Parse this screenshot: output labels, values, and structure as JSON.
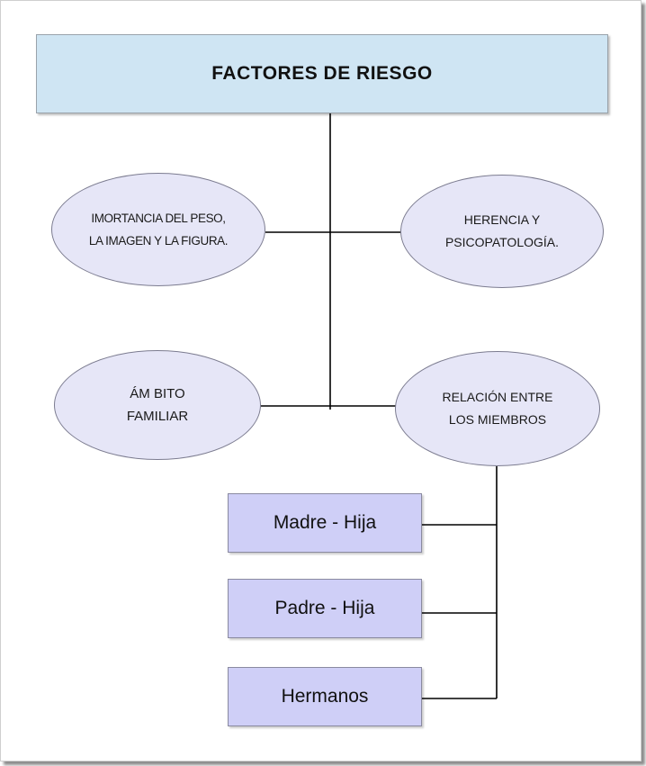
{
  "title": "FACTORES DE RIESGO",
  "nodes": {
    "importancia": "IMORTANCIA DEL PESO,\nLA IMAGEN Y LA FIGURA.",
    "herencia": "HERENCIA  Y\nPSICOPATOLOGÍA.",
    "ambito": "ÁM BITO\nFAMILIAR",
    "relacion": "RELACIÓN ENTRE\nLOS MIEMBROS"
  },
  "relaciones": [
    "Madre - Hija",
    "Padre - Hija",
    "Hermanos"
  ],
  "colors": {
    "title_fill": "#cfe5f3",
    "ellipse_fill": "#e6e6f7",
    "rect_fill": "#cfcff7",
    "line": "#000000"
  }
}
